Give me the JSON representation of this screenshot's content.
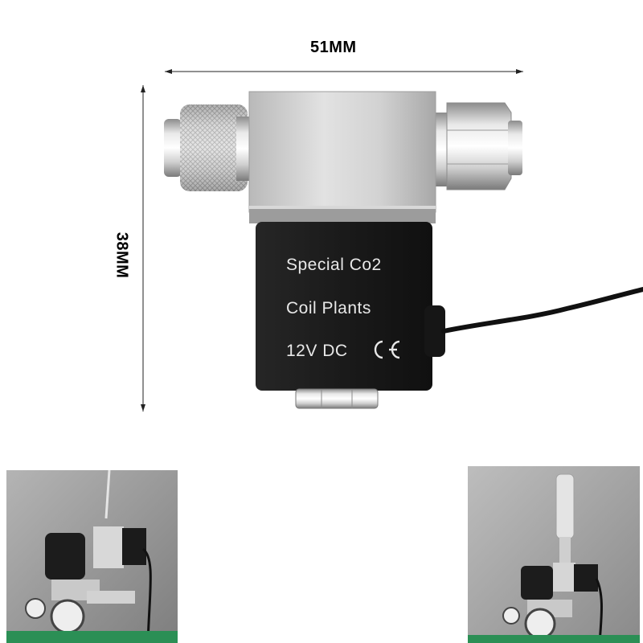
{
  "dimensions": {
    "width_label": "51MM",
    "height_label": "38MM"
  },
  "coil_label": {
    "line1": "Special Co2",
    "line2": "Coil Plants",
    "line3": "12V  DC"
  },
  "colors": {
    "background": "#ffffff",
    "coil_body": "#1b1b1b",
    "metal": "#c9c9c9",
    "thumb_background": "#9a9a9a"
  }
}
